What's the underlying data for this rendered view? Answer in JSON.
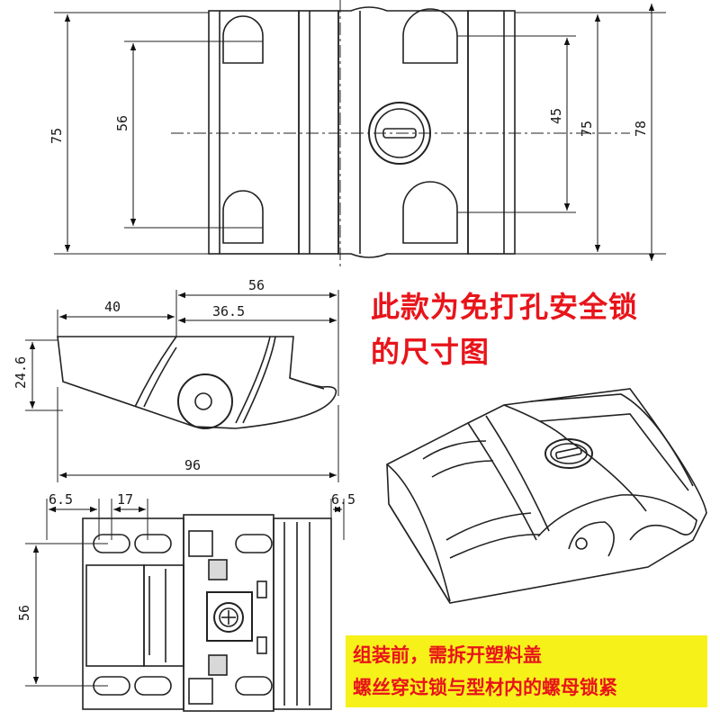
{
  "headline": {
    "line1": "此款为免打孔安全锁",
    "line2": "的尺寸图"
  },
  "note": {
    "line1": "组装前，需拆开塑料盖",
    "line2": "螺丝穿过锁与型材内的螺母锁紧"
  },
  "dimensions": {
    "top_left_height": "75",
    "top_hole_spacing": "56",
    "top_right_45": "45",
    "top_right_75": "75",
    "top_right_78": "78",
    "side_total_56": "56",
    "side_40": "40",
    "side_36_5": "36.5",
    "side_height": "24.6",
    "side_length": "96",
    "bottom_left_6_5": "6.5",
    "bottom_17": "17",
    "bottom_right_6_5": "6.5",
    "bottom_hole_spacing": "56"
  }
}
